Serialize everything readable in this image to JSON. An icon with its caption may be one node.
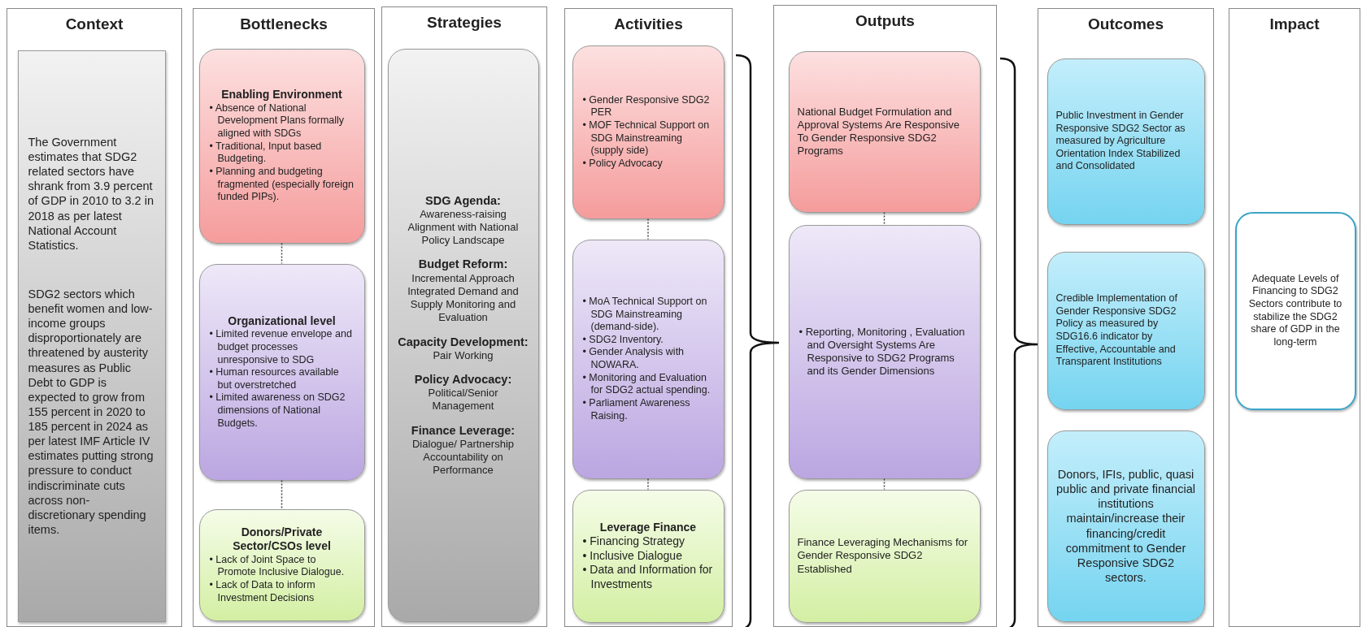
{
  "diagram": {
    "nodes": [
      {
        "text": [
          "Context"
        ]
      },
      {
        "text": [
          "The Government estimates that SDG2 related sectors have shrank from 3.9 percent of GDP in 2010 to 3.2 in 2018 as per latest National Account Statistics.",
          "SDG2 sectors which benefit women and low-income groups disproportionately are threatened by austerity measures as Public Debt to GDP is expected to grow from 155 percent in 2020 to 185 percent in 2024 as per latest IMF Article IV estimates putting strong pressure to conduct indiscriminate cuts across non-discretionary spending items."
        ],
        "in": 0
      },
      {
        "text": [
          "Bottlenecks"
        ]
      },
      {
        "text": [
          "Enabling Environment",
          "• Absence of National Development Plans formally aligned with SDGs",
          "• Traditional, Input based Budgeting.",
          "• Planning and budgeting fragmented (especially foreign funded PIPs)."
        ],
        "in": 2
      },
      {
        "text": [
          "Organizational level",
          "• Limited revenue envelope and budget processes unresponsive to SDG",
          "• Human resources available but overstretched",
          "• Limited awareness on SDG2 dimensions of National Budgets."
        ],
        "in": 2
      },
      {
        "text": [
          "Donors/Private Sector/CSOs level",
          "• Lack of Joint Space to Promote Inclusive Dialogue.",
          "• Lack of Data to inform Investment Decisions"
        ],
        "in": 2
      },
      {
        "text": [
          "Strategies"
        ]
      },
      {
        "text": [
          "SDG Agenda:",
          "Awareness-raising Alignment with National Policy Landscape",
          "Budget Reform:",
          "Incremental Approach Integrated Demand and Supply Monitoring and Evaluation",
          "Capacity Development:",
          "Pair Working",
          "Policy Advocacy:",
          "Political/Senior Management",
          "Finance Leverage:",
          "Dialogue/ Partnership Accountability on Performance"
        ],
        "in": 6
      },
      {
        "text": [
          "Activities"
        ]
      },
      {
        "text": [
          "• Gender Responsive SDG2 PER",
          "• MOF Technical Support on SDG Mainstreaming (supply side)",
          "• Policy Advocacy"
        ],
        "in": 8
      },
      {
        "text": [
          "• MoA Technical Support on SDG Mainstreaming (demand-side).",
          "• SDG2 Inventory.",
          "• Gender Analysis with NOWARA.",
          "• Monitoring and Evaluation for SDG2 actual spending.",
          "• Parliament Awareness Raising."
        ],
        "in": 8
      },
      {
        "text": [
          "Leverage Finance",
          "• Financing Strategy",
          "• Inclusive Dialogue",
          "• Data and Information for Investments"
        ],
        "in": 8
      },
      {
        "text": [
          "Outputs"
        ]
      },
      {
        "text": [
          "National Budget Formulation and Approval Systems Are Responsive To Gender Responsive SDG2 Programs"
        ],
        "in": 12
      },
      {
        "text": [
          "• Reporting, Monitoring , Evaluation and Oversight Systems Are Responsive to SDG2 Programs and its Gender Dimensions"
        ],
        "in": 12
      },
      {
        "text": [
          "Finance Leveraging Mechanisms for Gender Responsive SDG2 Established"
        ],
        "in": 12
      },
      {
        "text": [
          "Outcomes"
        ]
      },
      {
        "text": [
          "Public Investment in Gender Responsive SDG2 Sector as measured by Agriculture Orientation Index Stabilized and Consolidated"
        ],
        "in": 16
      },
      {
        "text": [
          "Credible Implementation of Gender Responsive SDG2 Policy as measured by SDG16.6 indicator by Effective, Accountable and Transparent Institutions"
        ],
        "in": 16
      },
      {
        "text": [
          "Donors, IFIs, public, quasi public and private financial institutions maintain/increase their financing/credit commitment to Gender Responsive SDG2 sectors."
        ],
        "in": 16
      },
      {
        "text": [
          "Impact"
        ]
      },
      {
        "text": [
          "Adequate Levels of Financing to SDG2 Sectors contribute to stabilize the SDG2 share of GDP in the long-term"
        ],
        "in": 20
      }
    ],
    "edges": [
      {
        "from": 3,
        "to": 4,
        "arrow": "none",
        "style": "dashed"
      },
      {
        "from": 4,
        "to": 5,
        "arrow": "none",
        "style": "dashed"
      },
      {
        "from": 9,
        "to": 10,
        "arrow": "none",
        "style": "dashed"
      },
      {
        "from": 10,
        "to": 11,
        "arrow": "none",
        "style": "dashed"
      },
      {
        "from": 13,
        "to": 14,
        "arrow": "none",
        "style": "dashed"
      },
      {
        "from": 14,
        "to": 15,
        "arrow": "none",
        "style": "dashed"
      }
    ]
  }
}
